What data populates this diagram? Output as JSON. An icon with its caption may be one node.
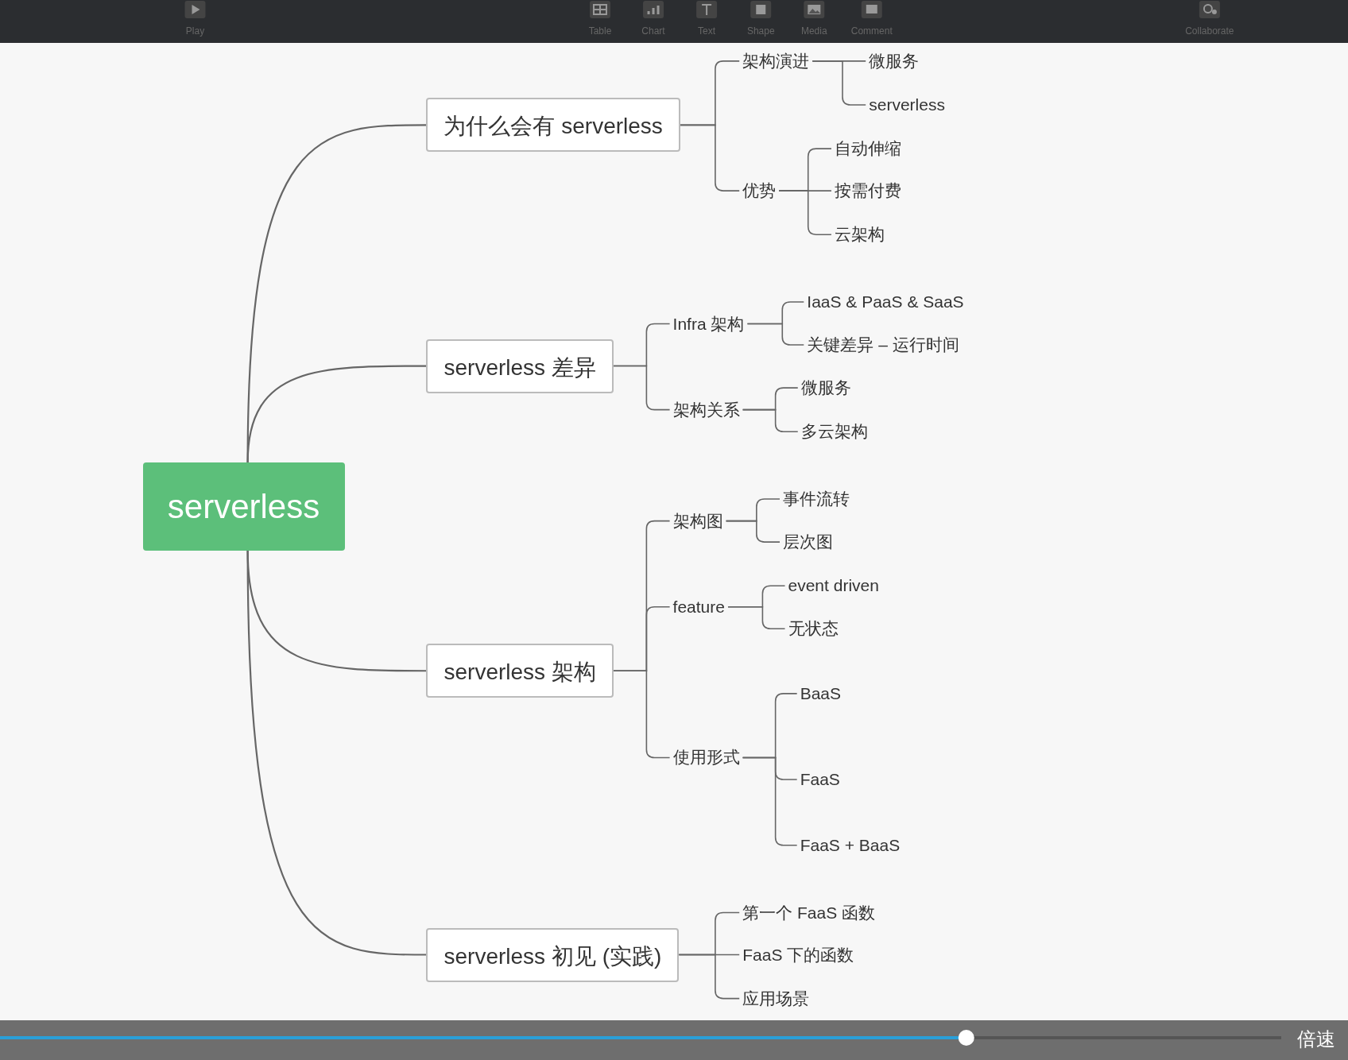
{
  "diagram": {
    "nodes": [
      {
        "text": [
          "serverless"
        ]
      },
      {
        "text": [
          "为什么会有 serverless"
        ]
      },
      {
        "text": [
          "架构演进"
        ]
      },
      {
        "text": [
          "微服务"
        ]
      },
      {
        "text": [
          "serverless"
        ]
      },
      {
        "text": [
          "优势"
        ]
      },
      {
        "text": [
          "自动伸缩"
        ]
      },
      {
        "text": [
          "按需付费"
        ]
      },
      {
        "text": [
          "云架构"
        ]
      },
      {
        "text": [
          "serverless 差异"
        ]
      },
      {
        "text": [
          "Infra 架构"
        ]
      },
      {
        "text": [
          "IaaS & PaaS & SaaS"
        ]
      },
      {
        "text": [
          "关键差异 – 运行时间"
        ]
      },
      {
        "text": [
          "架构关系"
        ]
      },
      {
        "text": [
          "微服务"
        ]
      },
      {
        "text": [
          "多云架构"
        ]
      },
      {
        "text": [
          "serverless 架构"
        ]
      },
      {
        "text": [
          "架构图"
        ]
      },
      {
        "text": [
          "事件流转"
        ]
      },
      {
        "text": [
          "层次图"
        ]
      },
      {
        "text": [
          "feature"
        ]
      },
      {
        "text": [
          "event driven"
        ]
      },
      {
        "text": [
          "无状态"
        ]
      },
      {
        "text": [
          "使用形式"
        ]
      },
      {
        "text": [
          "BaaS"
        ]
      },
      {
        "text": [
          "FaaS"
        ]
      },
      {
        "text": [
          "FaaS + BaaS"
        ]
      },
      {
        "text": [
          "serverless 初见 (实践)"
        ]
      },
      {
        "text": [
          "第一个 FaaS 函数"
        ]
      },
      {
        "text": [
          "FaaS 下的函数"
        ]
      },
      {
        "text": [
          "应用场景"
        ]
      }
    ],
    "edges": [
      {
        "from": 0,
        "to": 1,
        "arrow": "none"
      },
      {
        "from": 1,
        "to": 2,
        "arrow": "none"
      },
      {
        "from": 2,
        "to": 3,
        "arrow": "none"
      },
      {
        "from": 2,
        "to": 4,
        "arrow": "none"
      },
      {
        "from": 1,
        "to": 5,
        "arrow": "none"
      },
      {
        "from": 5,
        "to": 6,
        "arrow": "none"
      },
      {
        "from": 5,
        "to": 7,
        "arrow": "none"
      },
      {
        "from": 5,
        "to": 8,
        "arrow": "none"
      },
      {
        "from": 0,
        "to": 9,
        "arrow": "none"
      },
      {
        "from": 9,
        "to": 10,
        "arrow": "none"
      },
      {
        "from": 10,
        "to": 11,
        "arrow": "none"
      },
      {
        "from": 10,
        "to": 12,
        "arrow": "none"
      },
      {
        "from": 9,
        "to": 13,
        "arrow": "none"
      },
      {
        "from": 13,
        "to": 14,
        "arrow": "none"
      },
      {
        "from": 13,
        "to": 15,
        "arrow": "none"
      },
      {
        "from": 0,
        "to": 16,
        "arrow": "none"
      },
      {
        "from": 16,
        "to": 17,
        "arrow": "none"
      },
      {
        "from": 17,
        "to": 18,
        "arrow": "none"
      },
      {
        "from": 17,
        "to": 19,
        "arrow": "none"
      },
      {
        "from": 16,
        "to": 20,
        "arrow": "none"
      },
      {
        "from": 20,
        "to": 21,
        "arrow": "none"
      },
      {
        "from": 20,
        "to": 22,
        "arrow": "none"
      },
      {
        "from": 16,
        "to": 23,
        "arrow": "none"
      },
      {
        "from": 23,
        "to": 24,
        "arrow": "none"
      },
      {
        "from": 23,
        "to": 25,
        "arrow": "none"
      },
      {
        "from": 23,
        "to": 26,
        "arrow": "none"
      },
      {
        "from": 0,
        "to": 27,
        "arrow": "none"
      },
      {
        "from": 27,
        "to": 28,
        "arrow": "none"
      },
      {
        "from": 27,
        "to": 29,
        "arrow": "none"
      },
      {
        "from": 27,
        "to": 30,
        "arrow": "none"
      }
    ],
    "labels": [
      "Play",
      "Table",
      "Chart",
      "Text",
      "Shape",
      "Media",
      "Comment",
      "Collaborate",
      "倍速"
    ]
  }
}
